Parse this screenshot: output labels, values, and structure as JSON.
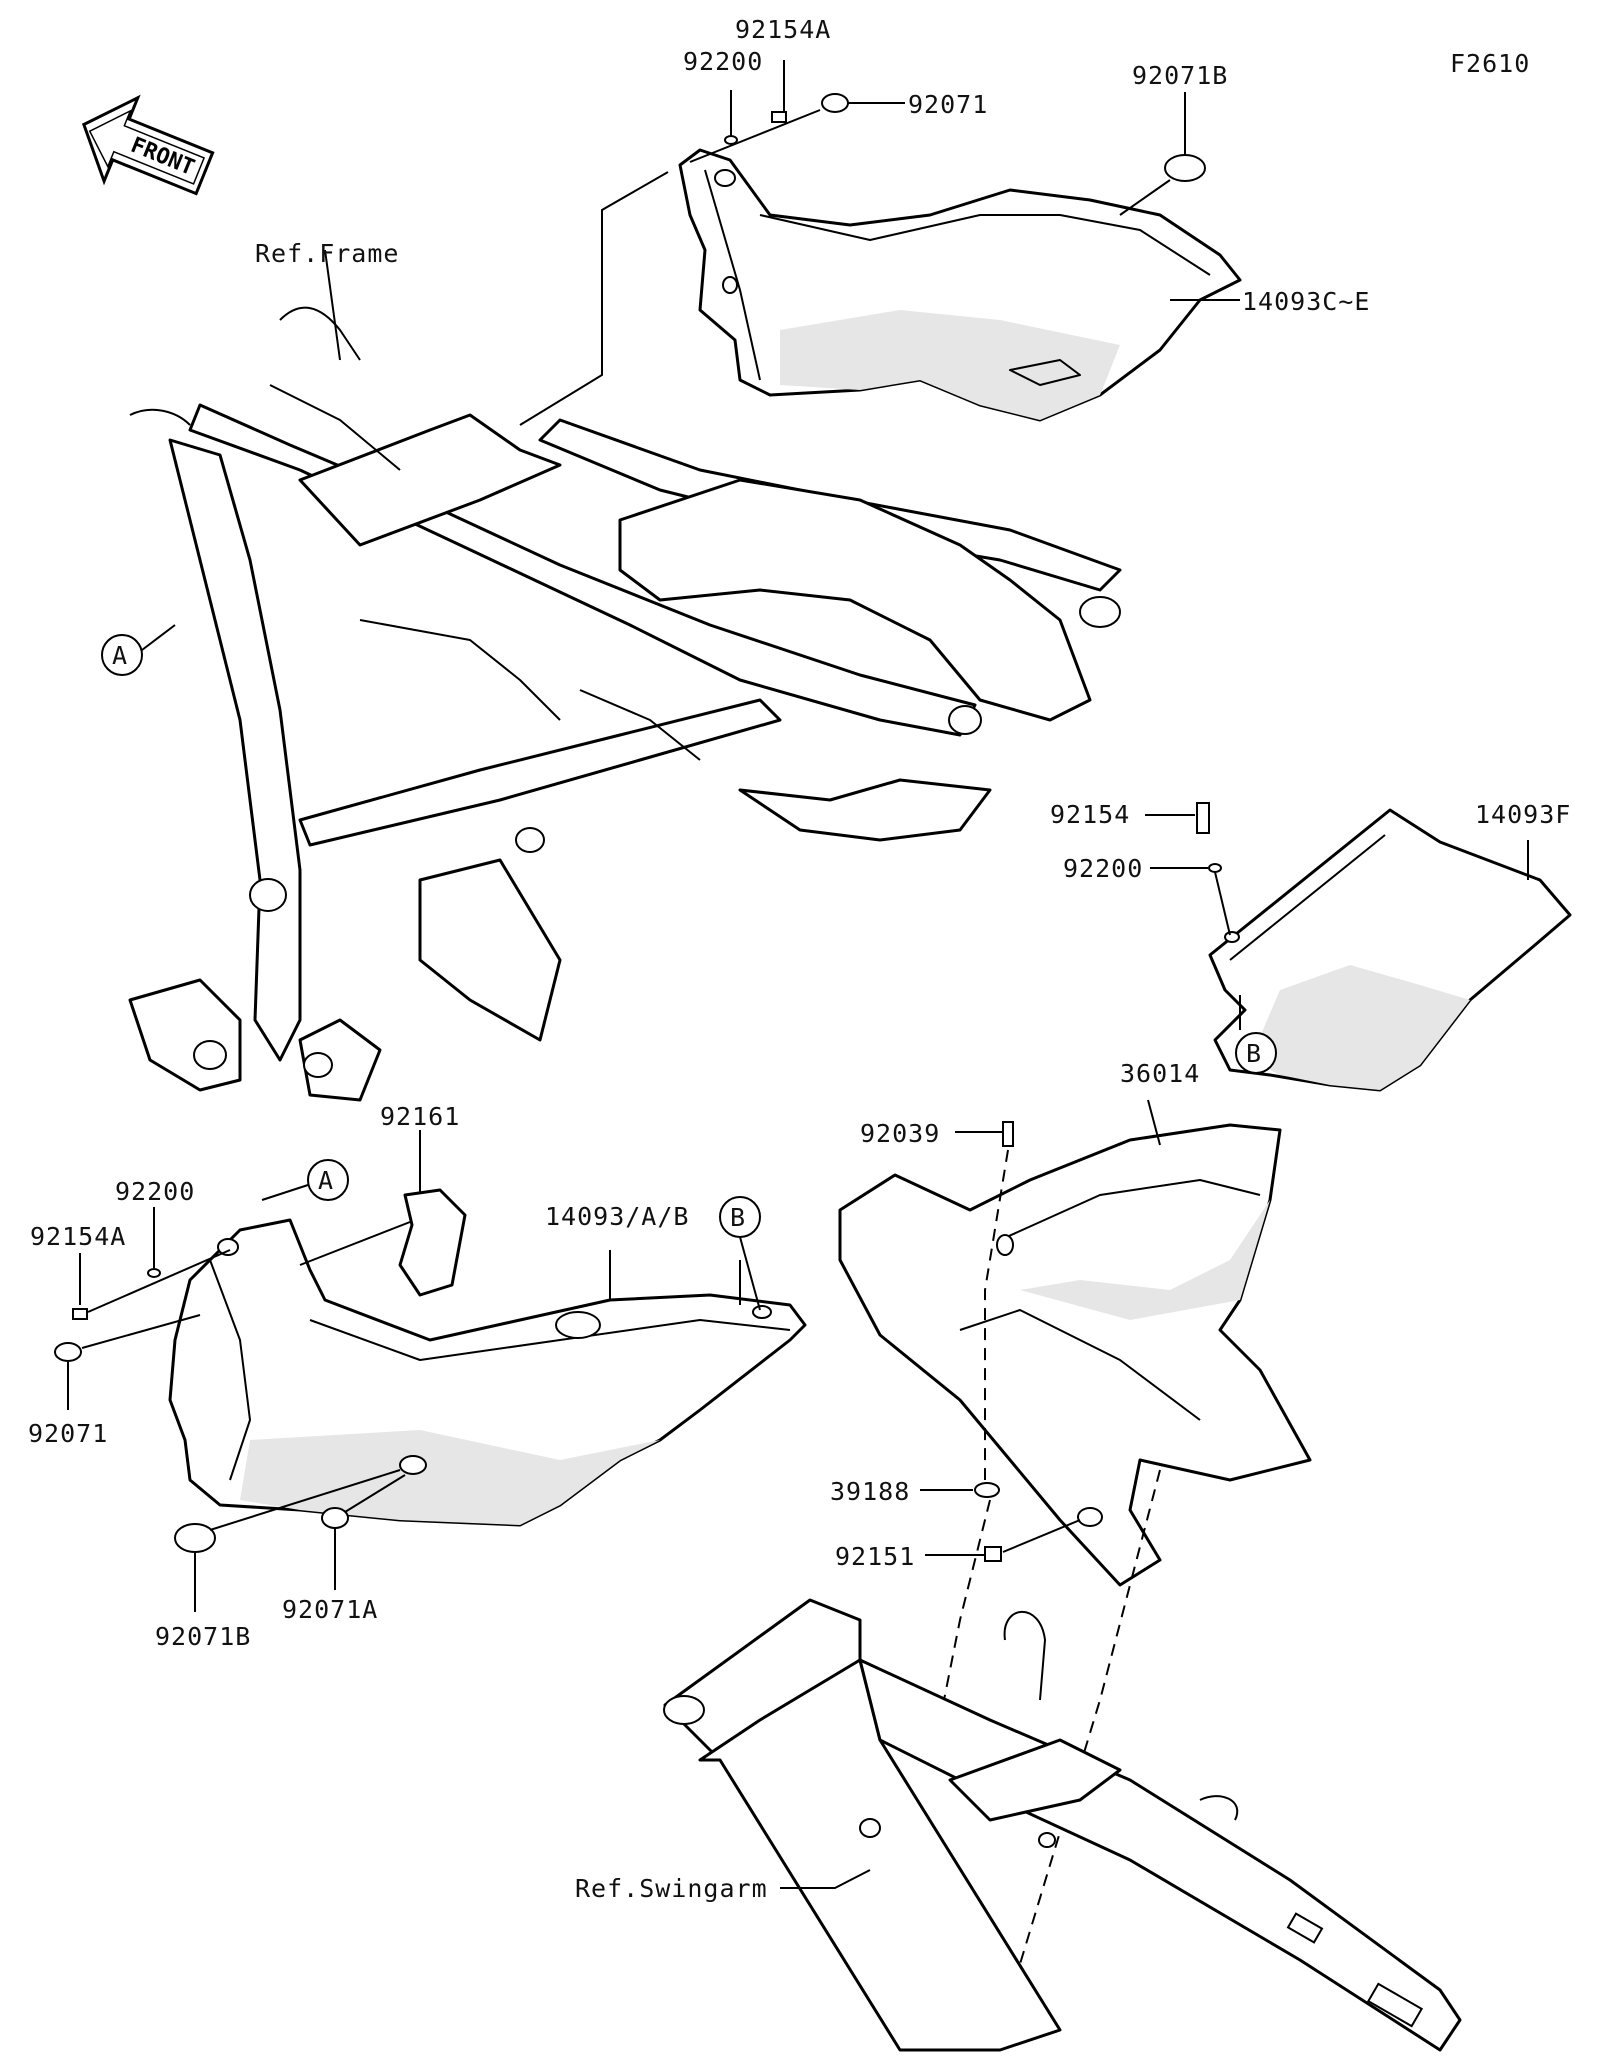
{
  "figure_id": "F2610",
  "front_arrow": "FRONT",
  "refs": {
    "frame": "Ref.Frame",
    "swingarm": "Ref.Swingarm"
  },
  "markers": {
    "a": "A",
    "b": "B"
  },
  "top_cover": {
    "bolt": "92154A",
    "washer": "92200",
    "grommet": "92071",
    "grommet_b": "92071B",
    "cover": "14093C~E"
  },
  "right_cover": {
    "bolt": "92154",
    "washer": "92200",
    "cover": "14093F"
  },
  "left_cover": {
    "pad": "92161",
    "washer": "92200",
    "bolt": "92154A",
    "cover": "14093/A/B",
    "grommet": "92071",
    "grommet_b": "92071B",
    "grommet_a": "92071A"
  },
  "fender": {
    "fender": "36014",
    "clip": "92039",
    "washer": "39188",
    "bolt": "92151"
  }
}
